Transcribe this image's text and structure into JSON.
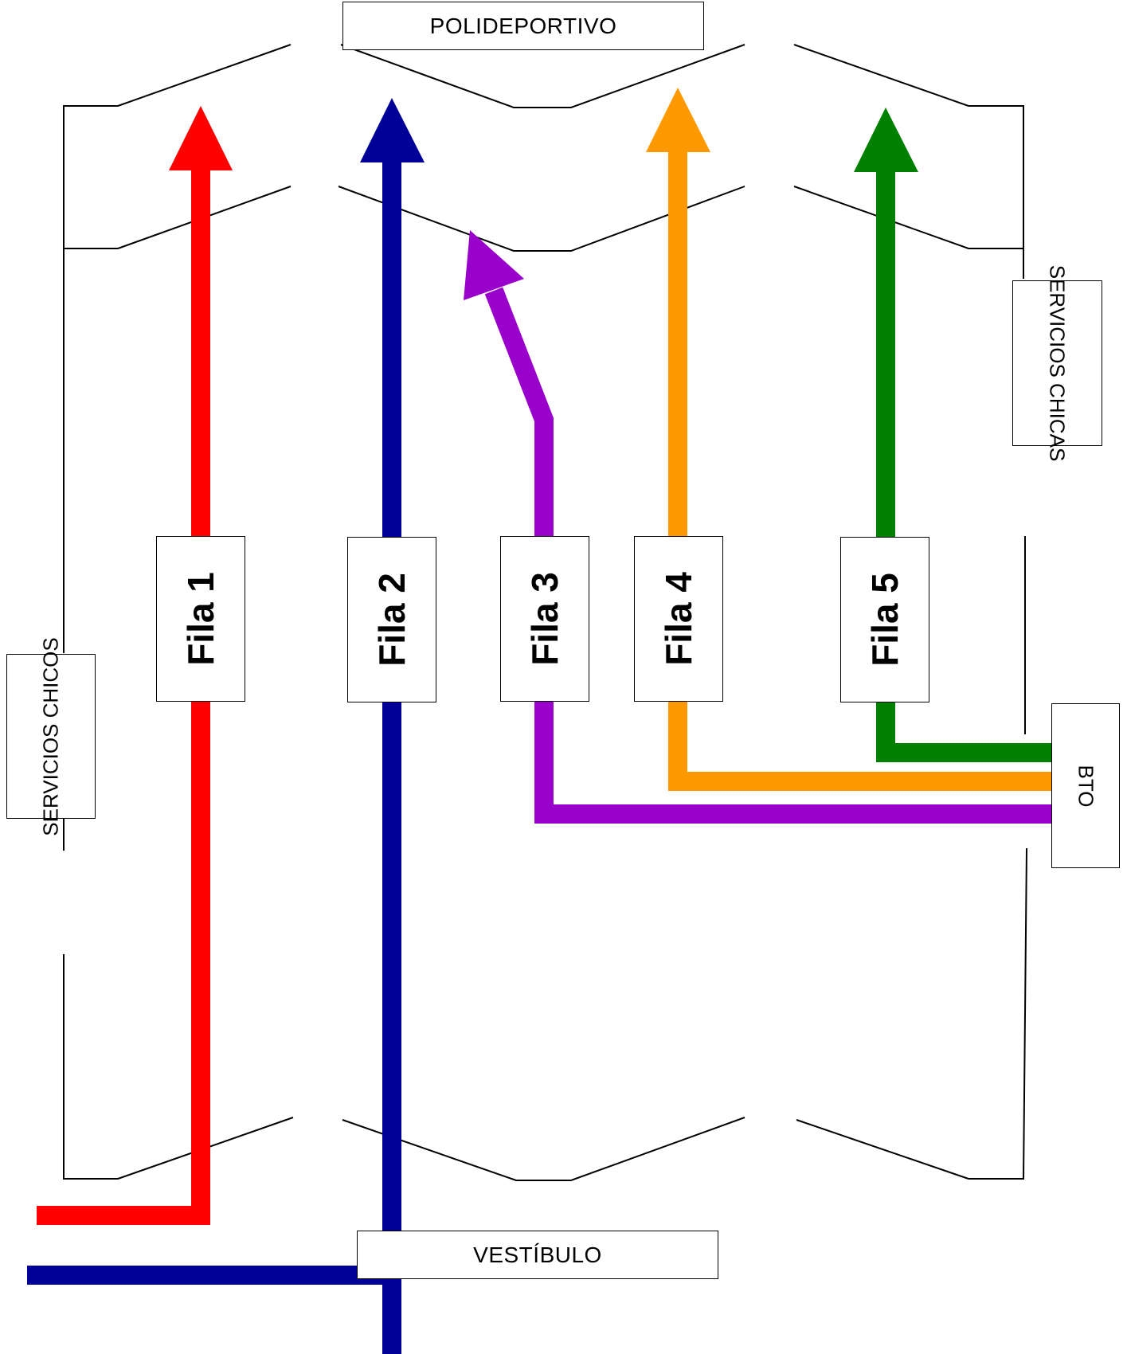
{
  "labels": {
    "polideportivo": "POLIDEPORTIVO",
    "vestibulo": "VESTÍBULO",
    "servicios_chicos": "SERVICIOS\nCHICOS",
    "servicios_chicas": "SERVICIOS\nCHICAS",
    "bto": "BTO"
  },
  "filas": [
    {
      "label": "Fila 1",
      "color": "#ff0000"
    },
    {
      "label": "Fila 2",
      "color": "#000099"
    },
    {
      "label": "Fila 3",
      "color": "#9900cc"
    },
    {
      "label": "Fila 4",
      "color": "#ff9900"
    },
    {
      "label": "Fila 5",
      "color": "#008000"
    }
  ]
}
